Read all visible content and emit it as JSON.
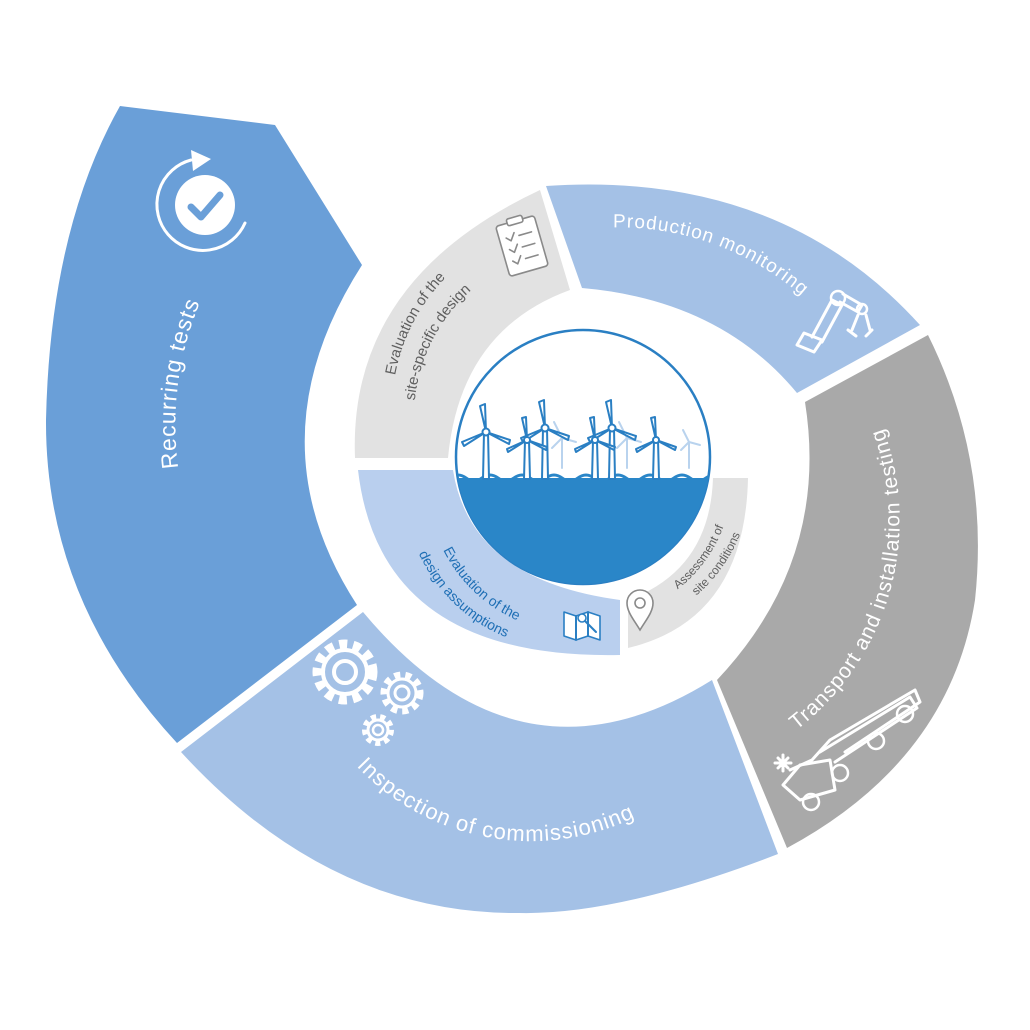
{
  "outer_ring": {
    "recurring_tests": "Recurring tests",
    "inspection_of_commissioning": "Inspection of commissioning",
    "transport_and_installation_testing": "Transport and installation testing",
    "production_monitoring": "Production monitoring"
  },
  "inner_ring": {
    "site_specific_design_line1": "Evaluation of the",
    "site_specific_design_line2": "site-specific design",
    "design_assumptions_line1": "Evaluation of the",
    "design_assumptions_line2": "design assumptions",
    "site_conditions_line1": "Assessment of",
    "site_conditions_line2": "site conditions"
  },
  "colors": {
    "recurring": "#6a9fd8",
    "light_blue": "#a4c1e6",
    "grey_dark": "#a9a9a9",
    "grey_light": "#e2e2e2",
    "inner_blue": "#b9cfee",
    "sea": "#2a86c8",
    "outline_blue": "#2a7fc3"
  },
  "icons": {
    "recurring": "refresh-check-icon",
    "production": "robot-arm-icon",
    "transport": "crane-truck-icon",
    "inspection": "gears-icon",
    "site_design": "clipboard-checklist-icon",
    "design_assumptions": "map-wrench-icon",
    "site_conditions": "location-pin-icon",
    "center": "offshore-wind-farm-icon"
  }
}
